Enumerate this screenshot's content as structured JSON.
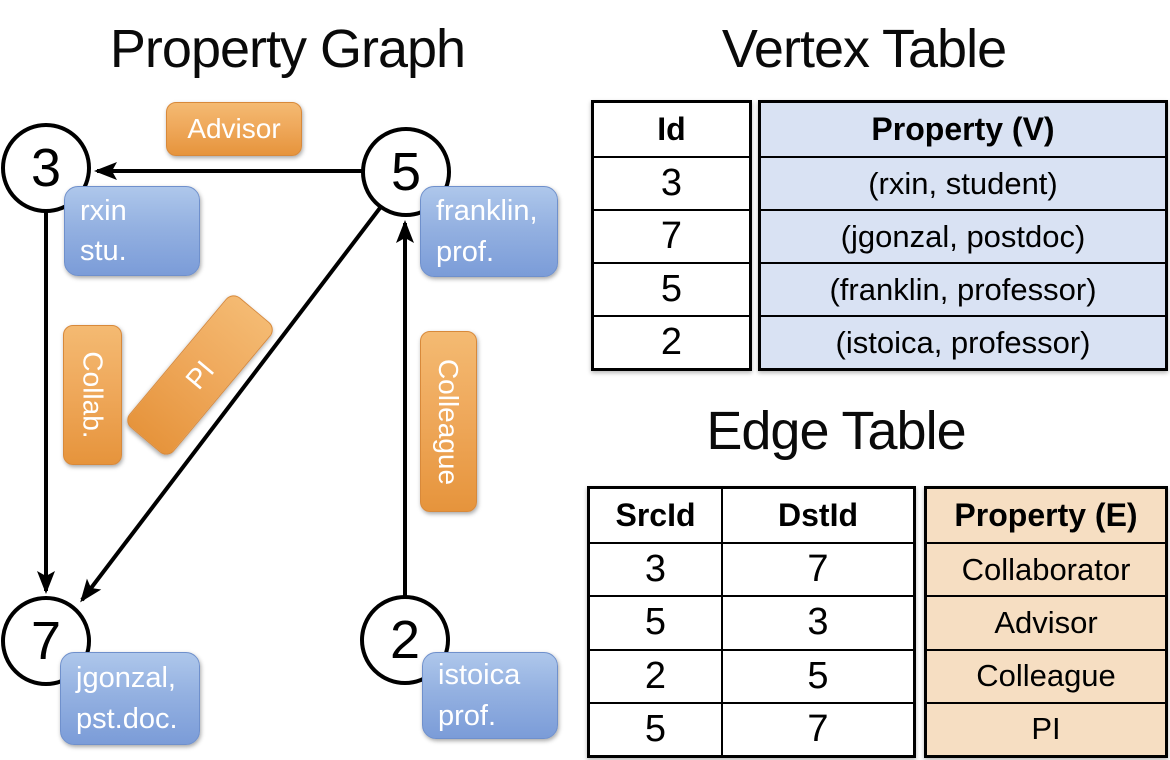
{
  "graph": {
    "title": "Property Graph",
    "nodes": [
      {
        "id": "3"
      },
      {
        "id": "5"
      },
      {
        "id": "7"
      },
      {
        "id": "2"
      }
    ],
    "edge_labels": [
      {
        "key": "advisor",
        "label": "Advisor"
      },
      {
        "key": "collab",
        "label": "Collab."
      },
      {
        "key": "pi",
        "label": "PI"
      },
      {
        "key": "colleague",
        "label": "Colleague"
      }
    ],
    "vertex_boxes": [
      {
        "line1": "rxin",
        "line2": "stu."
      },
      {
        "line1": "franklin,",
        "line2": "prof."
      },
      {
        "line1": "jgonzal,",
        "line2": "pst.doc."
      },
      {
        "line1": "istoica",
        "line2": "prof."
      }
    ]
  },
  "vertex_table": {
    "title": "Vertex Table",
    "headers": {
      "id": "Id",
      "property": "Property (V)"
    },
    "rows": [
      {
        "id": "3",
        "property": "(rxin, student)"
      },
      {
        "id": "7",
        "property": "(jgonzal, postdoc)"
      },
      {
        "id": "5",
        "property": "(franklin, professor)"
      },
      {
        "id": "2",
        "property": "(istoica, professor)"
      }
    ]
  },
  "edge_table": {
    "title": "Edge Table",
    "headers": {
      "src": "SrcId",
      "dst": "DstId",
      "property": "Property (E)"
    },
    "rows": [
      {
        "src": "3",
        "dst": "7",
        "property": "Collaborator"
      },
      {
        "src": "5",
        "dst": "3",
        "property": "Advisor"
      },
      {
        "src": "2",
        "dst": "5",
        "property": "Colleague"
      },
      {
        "src": "5",
        "dst": "7",
        "property": "PI"
      }
    ]
  },
  "colors": {
    "edge_label_orange": "#EA9A44",
    "vertex_box_blue": "#84A3DC",
    "vertex_table_fill": "#D9E2F3",
    "edge_table_fill": "#F6DEC2",
    "line_black": "#000000"
  }
}
